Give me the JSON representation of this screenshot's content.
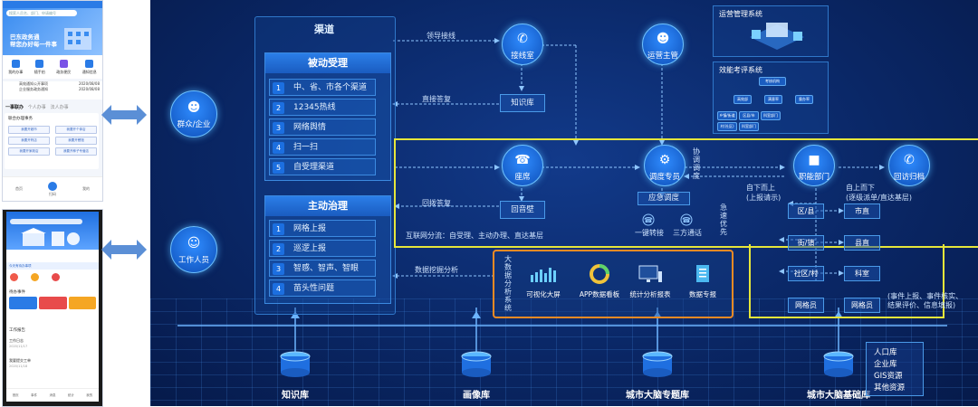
{
  "phone1": {
    "search": "搜索人员名、部门、申请编号",
    "banner_text": "巴东政务通",
    "banner_sub": "帮您办好每一件事",
    "icons": [
      {
        "label": "我的办事",
        "color": "#2a7be6"
      },
      {
        "label": "随手拍",
        "color": "#2a7be6"
      },
      {
        "label": "政务便民",
        "color": "#7a53e6"
      },
      {
        "label": "通知信息",
        "color": "#2a7be6"
      }
    ],
    "news": [
      {
        "text": "高效通知公开事项",
        "date": "2020/08/08"
      },
      {
        "text": "企业服务政务通知",
        "date": "2020/08/08"
      }
    ],
    "tabs": [
      "一事联办",
      "个人办事",
      "法人办事"
    ],
    "card_title": "联合办理事务",
    "buttons": [
      "我要开超市",
      "我要开个体店",
      "我要开药店",
      "我要开餐馆",
      "我要开家政店",
      "我要开种子专营店"
    ],
    "nav": [
      "首页",
      "扫码",
      "我的"
    ]
  },
  "phone2": {
    "tip": "今天有待办事项",
    "sections": [
      "待办事件",
      "工作报告"
    ],
    "rows": [
      {
        "title": "工作日志",
        "date": "2020/11/17"
      },
      {
        "title": "我要提交工单",
        "date": "2020/11/18"
      }
    ],
    "nav": [
      "首页",
      "事件",
      "消息",
      "统计",
      "我的"
    ]
  },
  "channel": {
    "title": "渠道",
    "passive": {
      "title": "被动受理",
      "items": [
        "中、省、市各个渠道",
        "12345热线",
        "网络舆情",
        "扫一扫",
        "自受理渠道"
      ]
    },
    "active": {
      "title": "主动治理",
      "items": [
        "网格上报",
        "巡逻上报",
        "智感、智声、智眼",
        "苗头性问题"
      ]
    }
  },
  "nodes": {
    "public": "群众/企业",
    "staff": "工作人员",
    "operator": "接线室",
    "seat": "座席",
    "dispatcher": "调度专员",
    "manager": "运营主管",
    "function_dept": "职能部门",
    "callback": "回访归档"
  },
  "labels": {
    "guide": "领导接线",
    "direct": "直接答复",
    "kb_box": "知识库",
    "reply": "回音壁",
    "reply_label": "回拨答复",
    "emergency": "应急调度",
    "one_key": "一键转接",
    "three_way": "三方通话",
    "flow_note": "互联网分流：自受理、主动办理、直达基层",
    "data_mining": "数据挖掘分析",
    "coord": "协调调度",
    "priority": "急速优先",
    "top_down": "自上而下",
    "top_down_sub": "(逐级派单/直达基层)",
    "bottom_up": "自下而上",
    "bottom_up_sub": "(上报请示)"
  },
  "ops": {
    "title": "运营管理系统"
  },
  "eval": {
    "title": "效能考评系统",
    "root": "考核机构",
    "mid": [
      "高效部",
      "满意率",
      "督办率"
    ],
    "leaves": [
      "乡镇/街道",
      "区县/市",
      "科室部门",
      "村(社区)",
      "科室部门"
    ]
  },
  "levels": {
    "left": [
      "区/县",
      "街/镇",
      "社区/村",
      "网格员"
    ],
    "right": [
      "市直",
      "县直",
      "科室",
      "网格员"
    ],
    "note": "(事件上报、事件核实、结果评价、信息填报)"
  },
  "bigdata": {
    "vertical_title": "大数据分析系统",
    "tools": [
      "可视化大屏",
      "APP数据看板",
      "统计分析报表",
      "数据专报"
    ]
  },
  "databases": [
    "知识库",
    "画像库",
    "城市大脑专题库",
    "城市大脑基础库"
  ],
  "base_list": [
    "人口库",
    "企业库",
    "GIS资源",
    "其他资源"
  ]
}
